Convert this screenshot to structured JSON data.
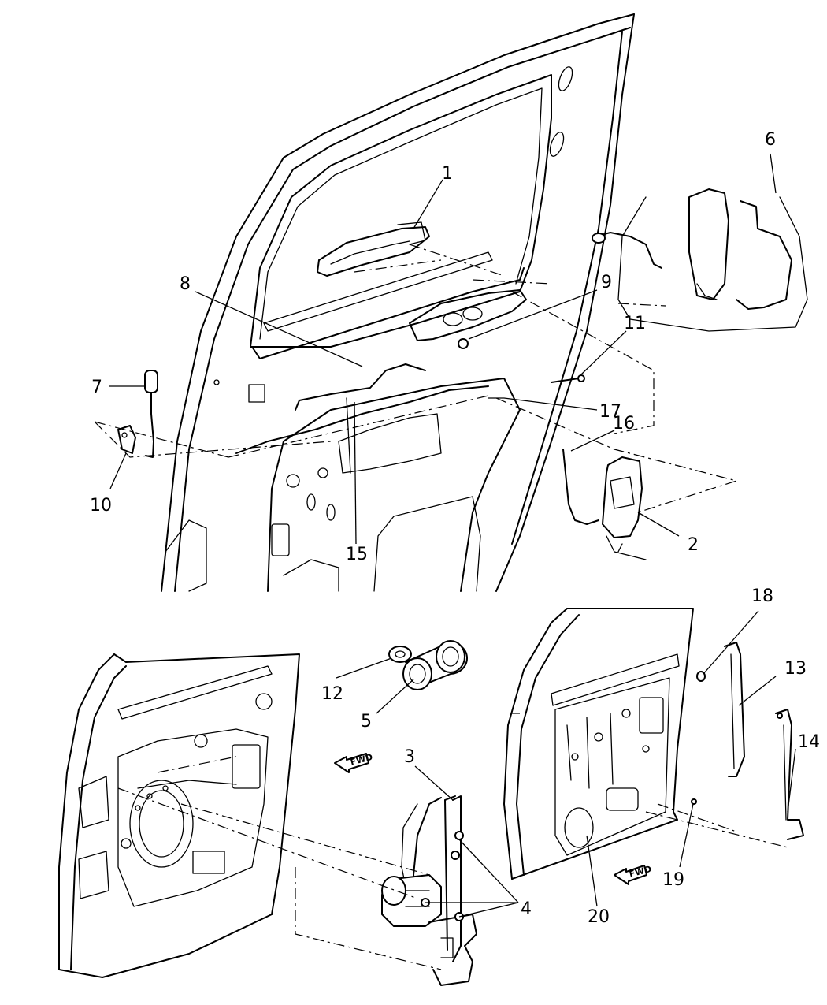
{
  "callouts": [
    {
      "id": "1",
      "text": "1"
    },
    {
      "id": "2",
      "text": "2"
    },
    {
      "id": "3",
      "text": "3"
    },
    {
      "id": "4",
      "text": "4"
    },
    {
      "id": "5",
      "text": "5"
    },
    {
      "id": "6",
      "text": "6"
    },
    {
      "id": "7",
      "text": "7"
    },
    {
      "id": "8",
      "text": "8"
    },
    {
      "id": "9",
      "text": "9"
    },
    {
      "id": "10",
      "text": "10"
    },
    {
      "id": "11",
      "text": "11"
    },
    {
      "id": "12",
      "text": "12"
    },
    {
      "id": "13",
      "text": "13"
    },
    {
      "id": "14",
      "text": "14"
    },
    {
      "id": "15",
      "text": "15"
    },
    {
      "id": "16",
      "text": "16"
    },
    {
      "id": "17",
      "text": "17"
    },
    {
      "id": "18",
      "text": "18"
    },
    {
      "id": "19",
      "text": "19"
    },
    {
      "id": "20",
      "text": "20"
    }
  ],
  "forward_arrows": [
    {
      "text": "FWD"
    },
    {
      "text": "FWD"
    }
  ]
}
